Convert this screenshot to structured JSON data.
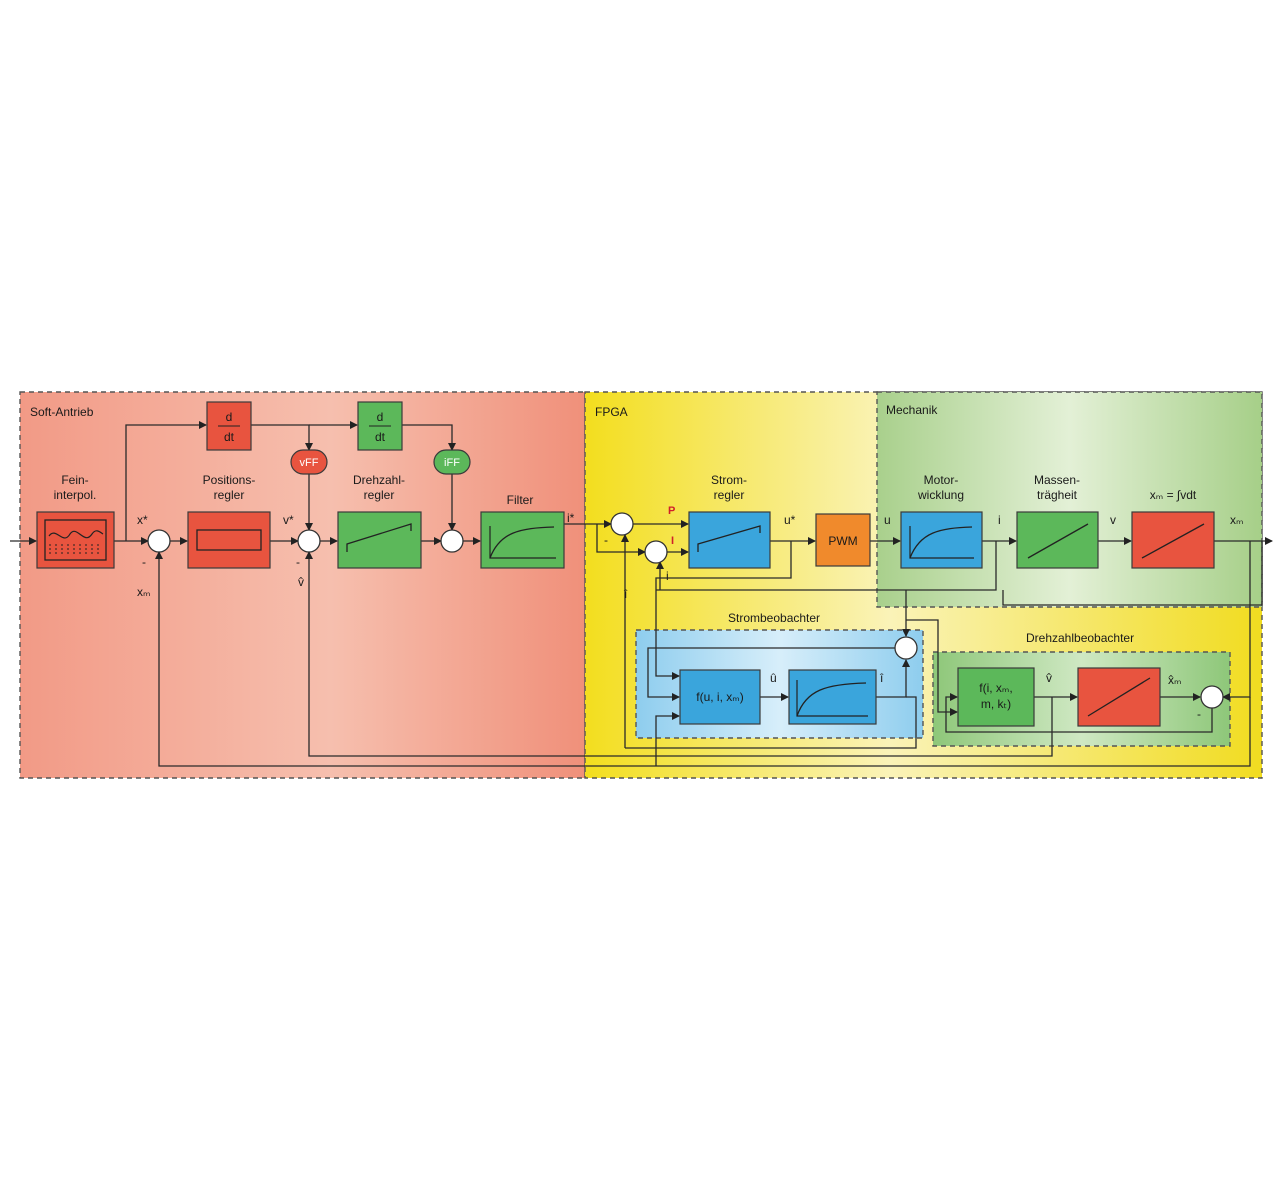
{
  "regions": {
    "soft_antrieb": "Soft-Antrieb",
    "fpga": "FPGA",
    "mechanik": "Mechanik",
    "strombeobachter": "Strombeobachter",
    "drehzahlbeobachter": "Drehzahlbeobachter"
  },
  "blocks": {
    "feininterpol_1": "Fein-",
    "feininterpol_2": "interpol.",
    "positionsregler_1": "Positions-",
    "positionsregler_2": "regler",
    "drehzahlregler_1": "Drehzahl-",
    "drehzahlregler_2": "regler",
    "filter": "Filter",
    "stromregler_1": "Strom-",
    "stromregler_2": "regler",
    "pwm": "PWM",
    "motorwicklung_1": "Motor-",
    "motorwicklung_2": "wicklung",
    "massentraegheit_1": "Massen-",
    "massentraegheit_2": "trägheit",
    "integral": "xₘ = ∫vdt",
    "deriv_num": "d",
    "deriv_den": "dt",
    "vff": "vFF",
    "iff": "iFF",
    "f_uixm": "f(u, i, xₘ)",
    "f_ixm_1": "f(i, xₘ,",
    "f_ixm_2": "m, kₜ)"
  },
  "signals": {
    "x_star": "x*",
    "x_m": "xₘ",
    "v_star": "v*",
    "v_hat": "v̂",
    "i_star": "i*",
    "u_star": "u*",
    "u": "u",
    "i": "i",
    "v": "v",
    "P": "P",
    "I": "I",
    "i_hat": "î",
    "u_hat": "û",
    "xm_hat": "x̂ₘ",
    "minus": "-"
  },
  "colors": {
    "red_block": "#e8543f",
    "green_block": "#5cb85a",
    "blue_block": "#3aa5dc",
    "orange_block": "#f08a2c",
    "soft_bg": "#f4a08f",
    "fpga_bg": "#f6e23a",
    "mech_bg": "#b7d9a0",
    "strom_bg": "#a9d9f0",
    "drehzahl_bg": "#9fcf8f"
  }
}
